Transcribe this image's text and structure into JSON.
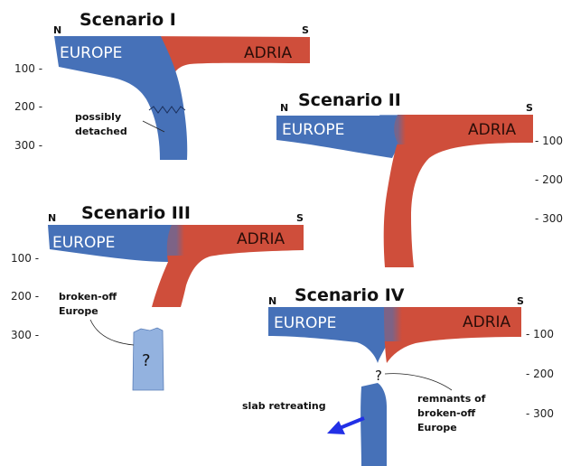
{
  "colors": {
    "europe": "#4671b8",
    "adria": "#cf4e3b",
    "broken_fragment": "#93b2df",
    "arrow": "#2230e6"
  },
  "scenario1": {
    "title": "Scenario I",
    "north": "N",
    "south": "S",
    "europe_label": "EUROPE",
    "adria_label": "ADRIA",
    "depth_ticks": [
      "100 -",
      "200 -",
      "300 -"
    ],
    "annotation": [
      "possibly",
      "detached"
    ]
  },
  "scenario2": {
    "title": "Scenario II",
    "north": "N",
    "south": "S",
    "europe_label": "EUROPE",
    "adria_label": "ADRIA",
    "depth_ticks": [
      "- 100",
      "- 200",
      "- 300"
    ]
  },
  "scenario3": {
    "title": "Scenario III",
    "north": "N",
    "south": "S",
    "europe_label": "EUROPE",
    "adria_label": "ADRIA",
    "depth_ticks": [
      "100 -",
      "200 -",
      "300 -"
    ],
    "annotation": [
      "broken-off",
      "Europe"
    ],
    "fragment_mark": "?"
  },
  "scenario4": {
    "title": "Scenario IV",
    "north": "N",
    "south": "S",
    "europe_label": "EUROPE",
    "adria_label": "ADRIA",
    "depth_ticks": [
      "- 100",
      "- 200",
      "- 300"
    ],
    "gap_mark": "?",
    "slab_label": "slab retreating",
    "annotation": [
      "remnants of",
      "broken-off",
      "Europe"
    ]
  }
}
